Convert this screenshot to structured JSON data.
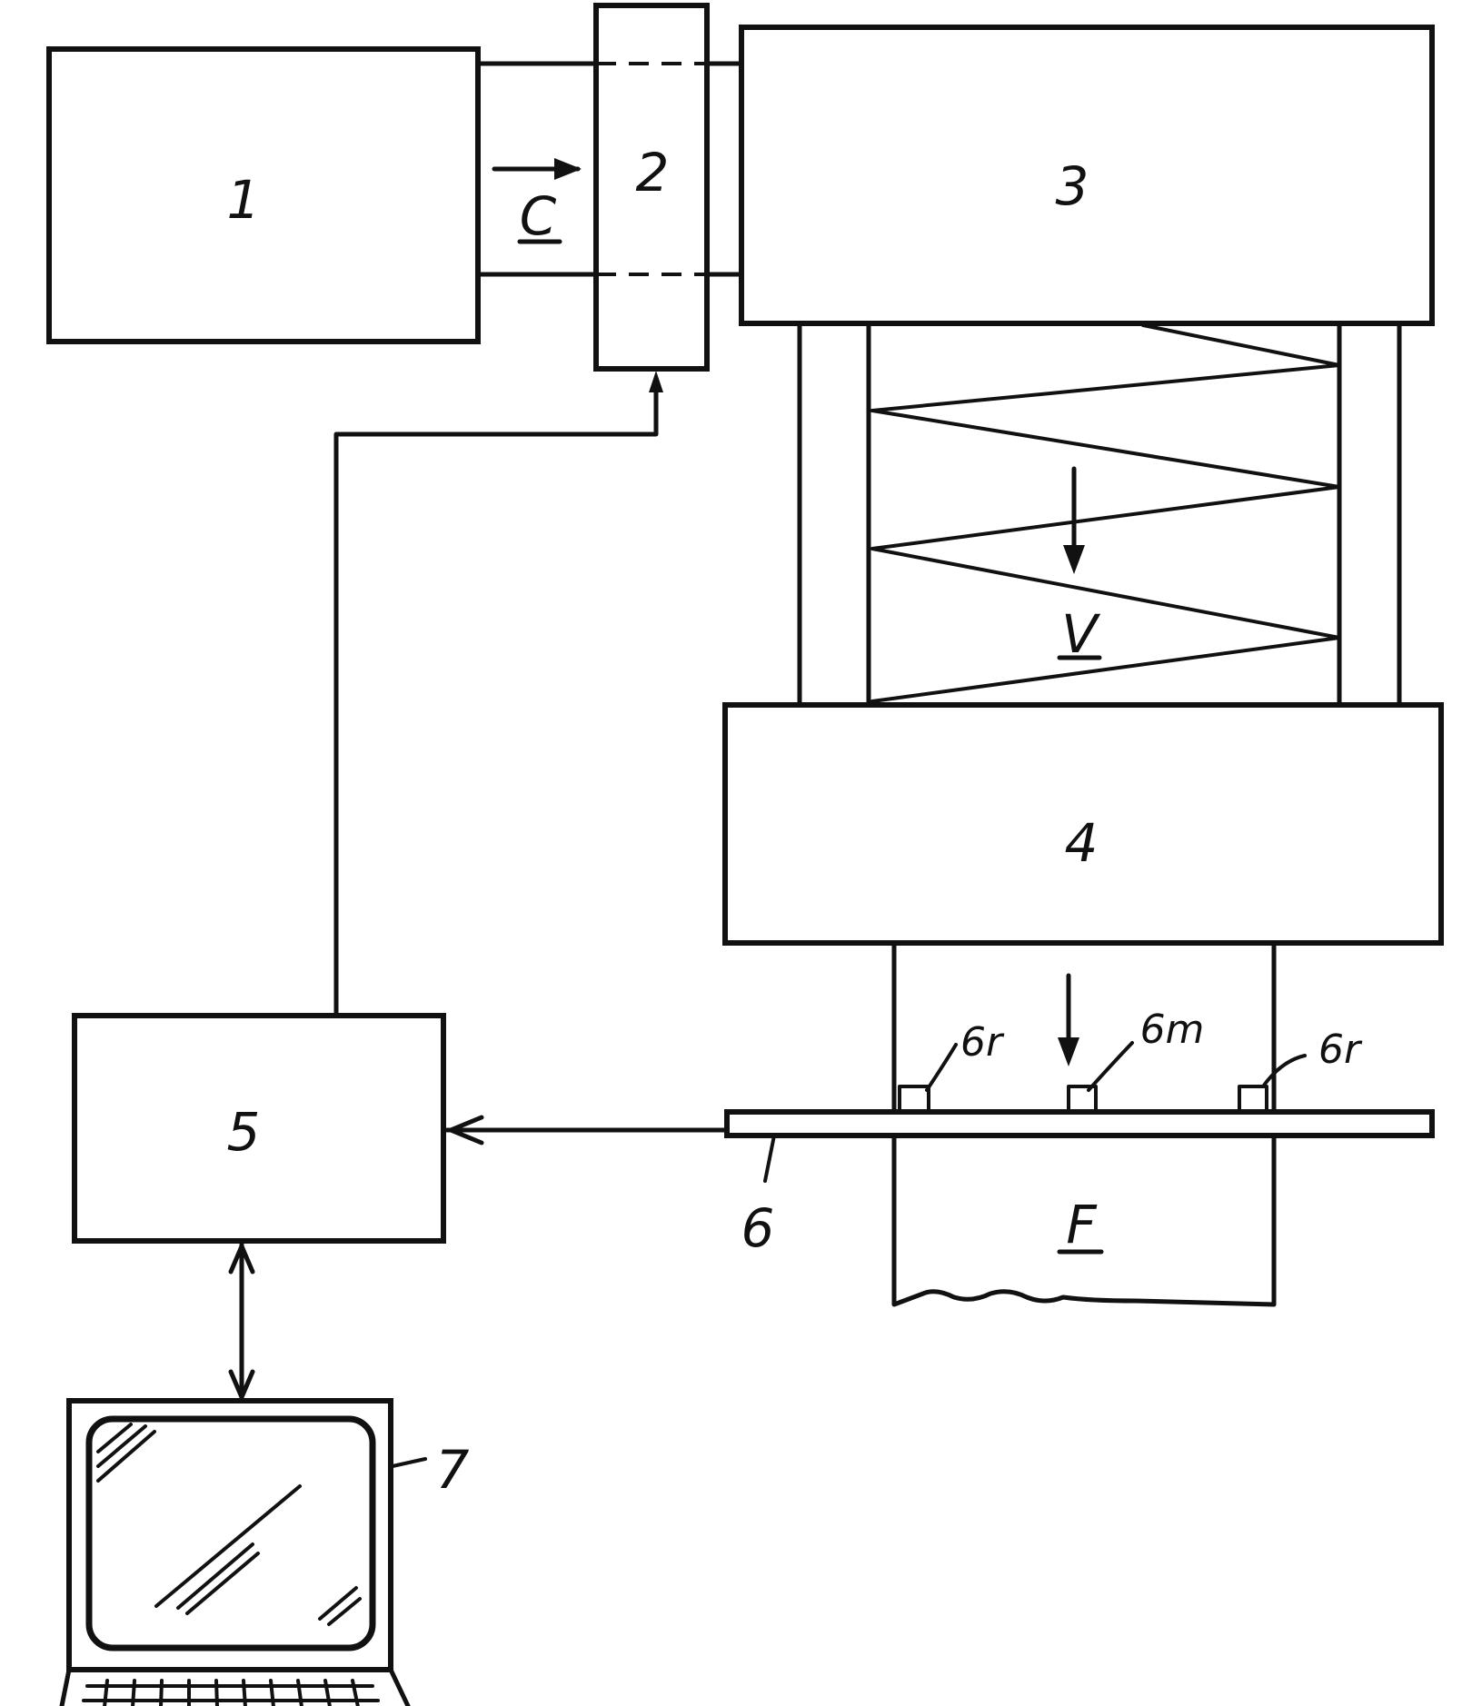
{
  "colors": {
    "ink": "#111111",
    "paper": "#ffffff"
  },
  "labels": {
    "block1": "1",
    "block2": "2",
    "block3": "3",
    "block4": "4",
    "block5": "5",
    "sensor_bar": "6",
    "laptop": "7",
    "sensor_left": "6r",
    "sensor_middle": "6m",
    "sensor_right": "6r",
    "flow_c": "C",
    "velocity_v": "V",
    "force_f": "F"
  }
}
